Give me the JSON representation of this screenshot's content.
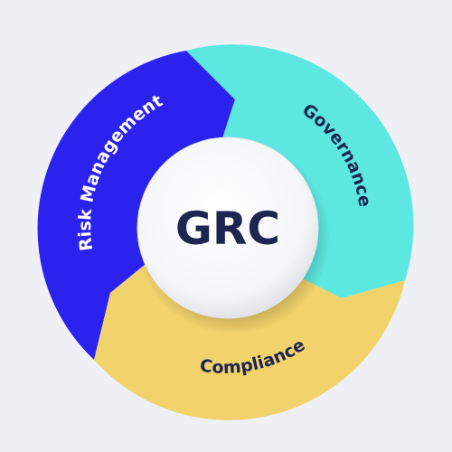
{
  "center": {
    "label": "GRC"
  },
  "segments": [
    {
      "id": "risk",
      "label": "Risk Management",
      "color": "#2b22ee",
      "text_color": "#ffffff"
    },
    {
      "id": "governance",
      "label": "Governance",
      "color": "#5ce8e0",
      "text_color": "#1d2550"
    },
    {
      "id": "compliance",
      "label": "Compliance",
      "color": "#f2d36b",
      "text_color": "#1d2550"
    }
  ],
  "colors": {
    "background": "#eef0f5",
    "center_text": "#1d2550",
    "center_fill": "#ffffff"
  }
}
